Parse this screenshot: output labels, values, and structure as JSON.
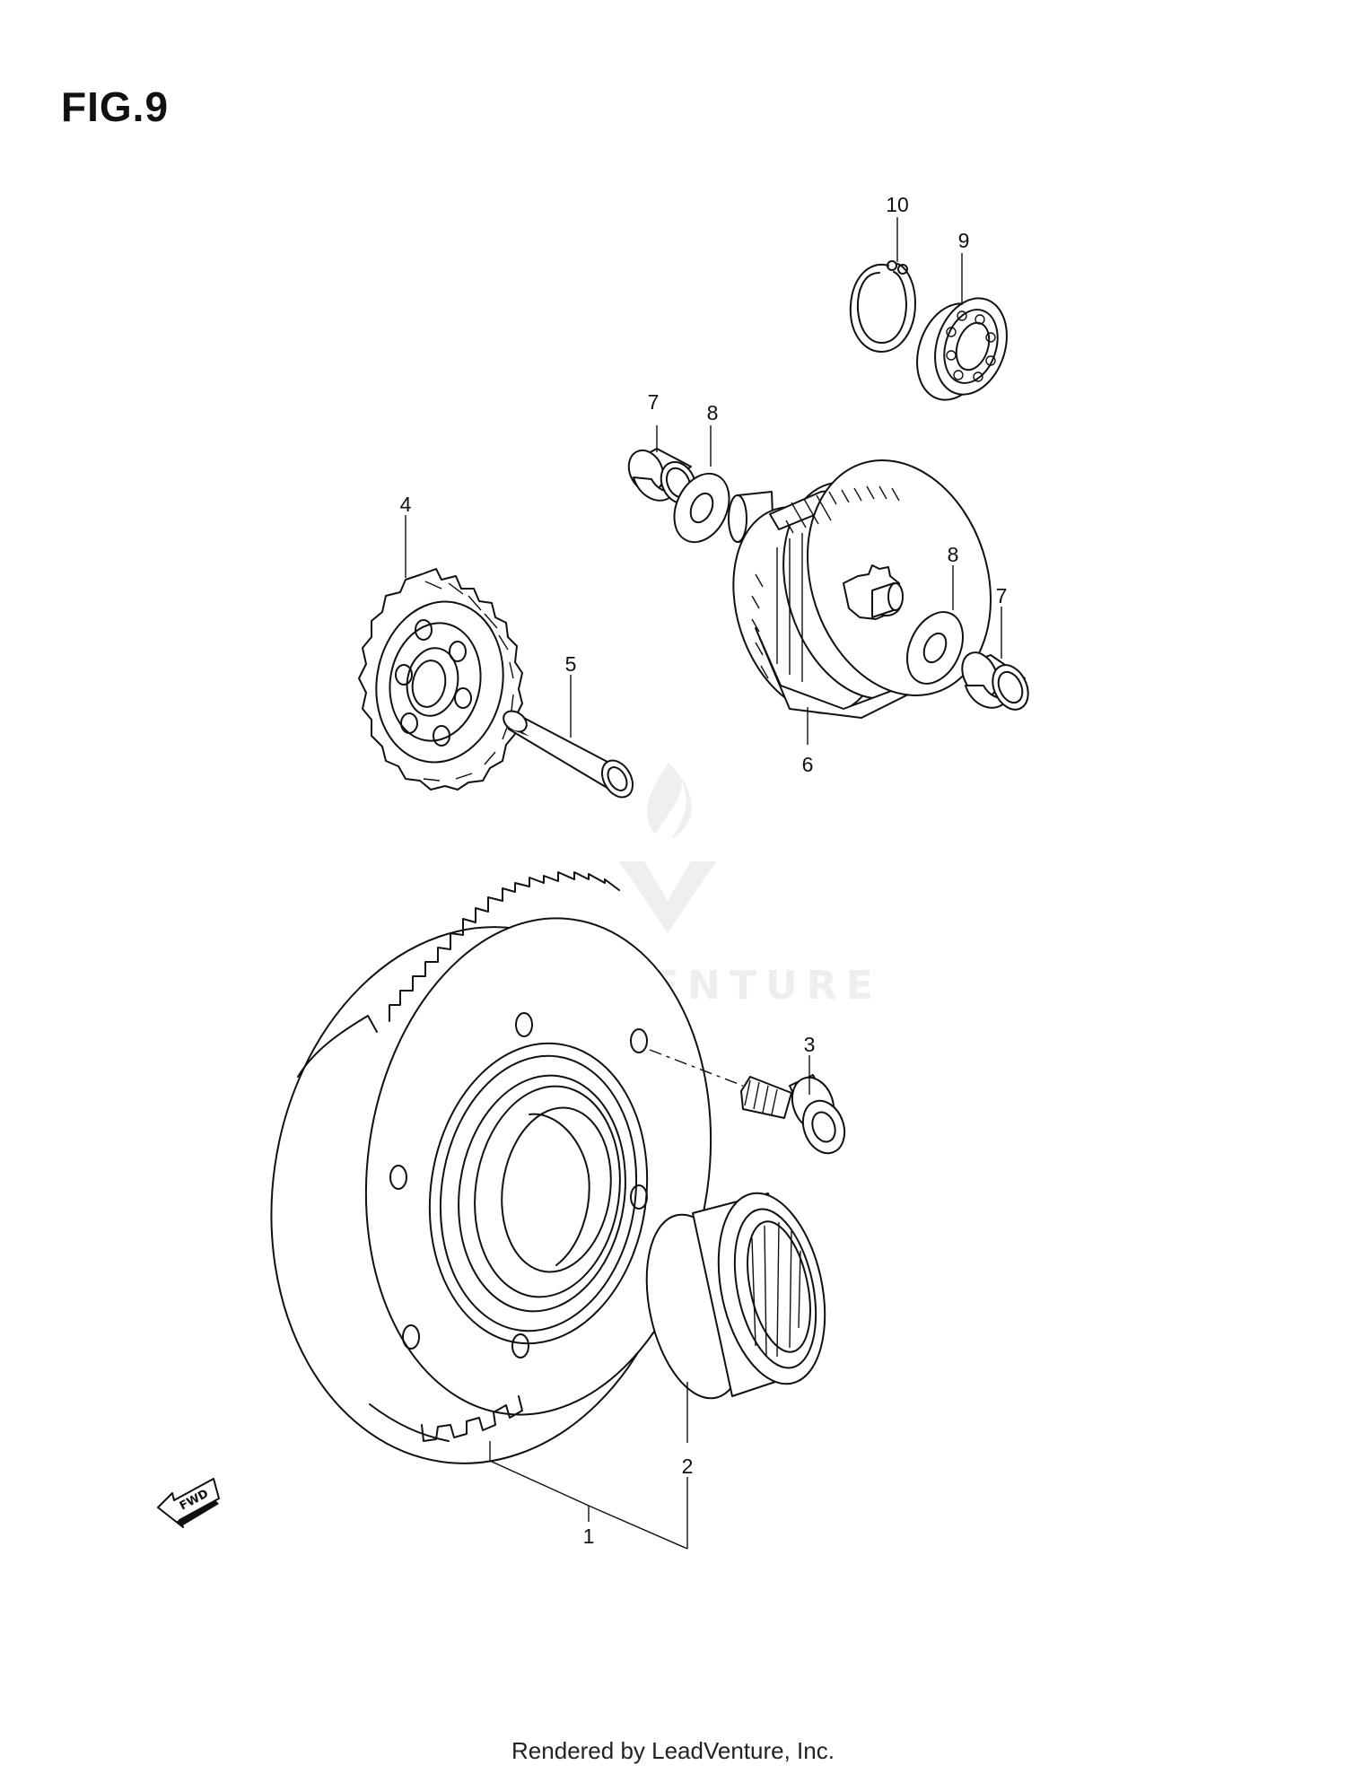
{
  "figure": {
    "title": "FIG.9"
  },
  "callouts": [
    {
      "id": "1",
      "label": "1"
    },
    {
      "id": "2",
      "label": "2"
    },
    {
      "id": "3",
      "label": "3"
    },
    {
      "id": "4",
      "label": "4"
    },
    {
      "id": "5",
      "label": "5"
    },
    {
      "id": "6",
      "label": "6"
    },
    {
      "id": "7a",
      "label": "7"
    },
    {
      "id": "7b",
      "label": "7"
    },
    {
      "id": "8a",
      "label": "8"
    },
    {
      "id": "8b",
      "label": "8"
    },
    {
      "id": "9",
      "label": "9"
    },
    {
      "id": "10",
      "label": "10"
    }
  ],
  "direction_indicator": {
    "label": "FWD"
  },
  "watermark": {
    "text": "LEADVENTURE",
    "color": "#eeeeee"
  },
  "footer": {
    "text": "Rendered by LeadVenture, Inc."
  }
}
